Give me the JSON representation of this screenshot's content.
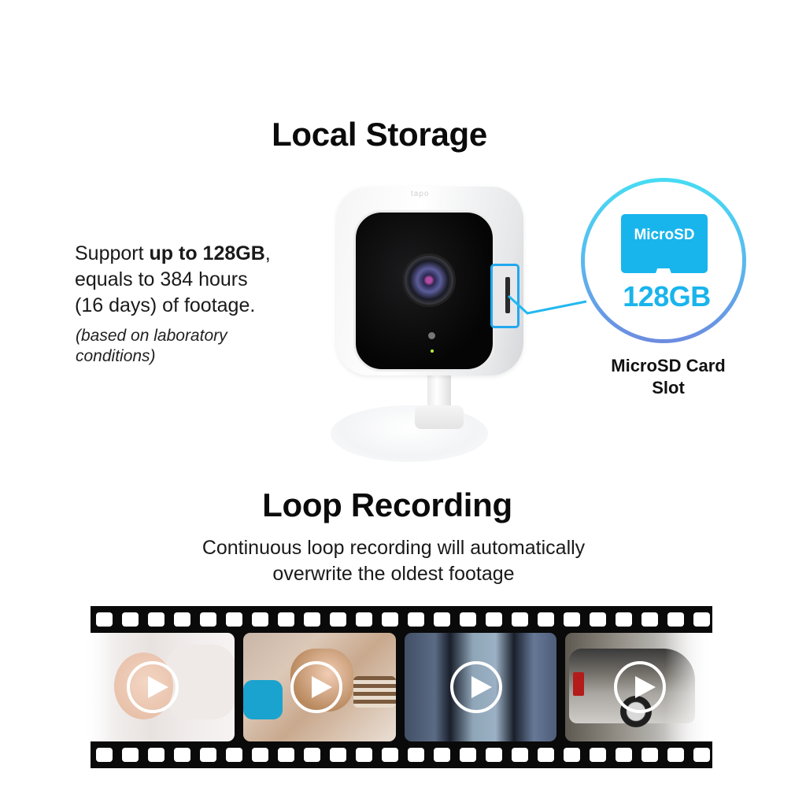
{
  "local_storage": {
    "title": "Local Storage",
    "support_prefix": "Support ",
    "support_bold": "up to 128GB",
    "support_suffix": ",",
    "line2": "equals to 384 hours",
    "line3": "(16 days) of footage.",
    "note_line1": "(based on  laboratory",
    "note_line2": "conditions)",
    "camera_brand": "tapo",
    "sd_badge": {
      "card_label": "MicroSD",
      "capacity": "128GB",
      "caption_line1": "MicroSD Card",
      "caption_line2": "Slot"
    }
  },
  "loop_recording": {
    "title": "Loop Recording",
    "subtitle_line1": "Continuous loop recording will automatically",
    "subtitle_line2": "overwrite the oldest footage",
    "frames": [
      {
        "subject": "sleeping baby",
        "icon": "play-icon"
      },
      {
        "subject": "girl with phone",
        "icon": "play-icon"
      },
      {
        "subject": "person at doorway",
        "icon": "play-icon"
      },
      {
        "subject": "car in garage",
        "icon": "play-icon"
      }
    ]
  },
  "colors": {
    "accent_blue": "#19b4ec",
    "ring_top": "#46dcf3",
    "ring_bottom": "#6d8be0",
    "film_black": "#0a0a0a"
  }
}
